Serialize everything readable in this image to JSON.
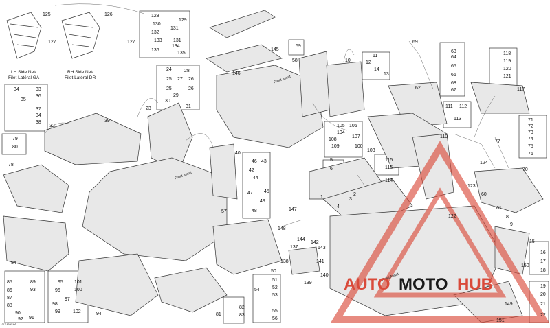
{
  "diagram": {
    "doc_id": "777102-22",
    "captions": {
      "lh_net_line1": "LH Side Net/",
      "lh_net_line2": "Filet Latéral GA",
      "rh_net_line1": "RH Side Net/",
      "rh_net_line2": "Filet Latéral DR"
    },
    "front_labels": [
      "Front Avant",
      "Front Avant",
      "Front Avant"
    ],
    "callouts": [
      "125",
      "126",
      "127",
      "127",
      "128",
      "129",
      "130",
      "131",
      "132",
      "133",
      "131",
      "136",
      "134",
      "135",
      "33",
      "34",
      "35",
      "36",
      "37",
      "34",
      "38",
      "79",
      "80",
      "78",
      "32",
      "39",
      "23",
      "24",
      "28",
      "25",
      "27",
      "26",
      "25",
      "26",
      "29",
      "30",
      "31",
      "146",
      "145",
      "58",
      "59",
      "11",
      "12",
      "14",
      "13",
      "10",
      "69",
      "63",
      "64",
      "65",
      "66",
      "68",
      "67",
      "62",
      "118",
      "119",
      "120",
      "121",
      "117",
      "111",
      "112",
      "113",
      "71",
      "72",
      "73",
      "74",
      "75",
      "76",
      "77",
      "70",
      "105",
      "104",
      "106",
      "107",
      "108",
      "109",
      "103",
      "110",
      "100",
      "5",
      "6",
      "115",
      "116",
      "114",
      "2",
      "4",
      "40",
      "46",
      "43",
      "42",
      "44",
      "45",
      "47",
      "49",
      "48",
      "57",
      "60",
      "61",
      "124",
      "123",
      "122",
      "84",
      "85",
      "86",
      "87",
      "88",
      "90",
      "91",
      "92",
      "89",
      "93",
      "95",
      "96",
      "97",
      "98",
      "99",
      "101",
      "100",
      "102",
      "94",
      "51",
      "52",
      "53",
      "54",
      "55",
      "56",
      "50",
      "81",
      "82",
      "83",
      "147",
      "148",
      "144",
      "142",
      "143",
      "137",
      "138",
      "139",
      "140",
      "141",
      "3",
      "1",
      "8",
      "9",
      "15",
      "16",
      "17",
      "18",
      "19",
      "20",
      "21",
      "22",
      "150",
      "151",
      "149"
    ]
  },
  "watermark": {
    "word_1": "AUTO",
    "word_2": "MOTO",
    "word_3": "HUB",
    "colors": {
      "red": "#d94a3a",
      "dark": "#1a1a1a"
    }
  }
}
